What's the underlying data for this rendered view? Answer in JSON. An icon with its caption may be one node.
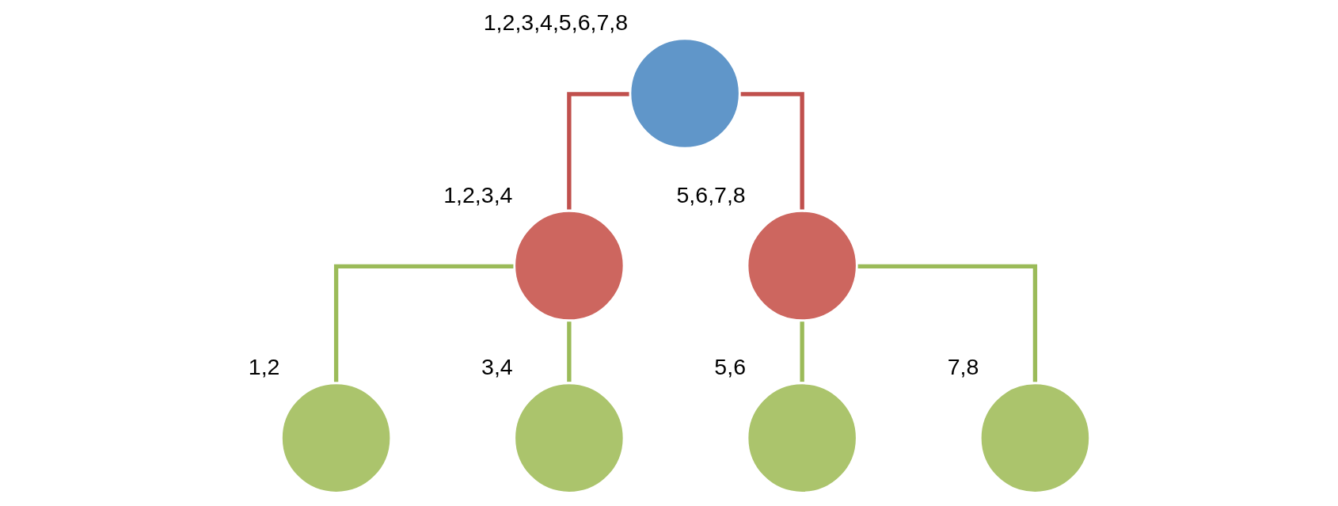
{
  "diagram": {
    "nodes": [
      {
        "text": [],
        "shape": "circle",
        "beside": [
          "1,2,3,4,5,6,7,8"
        ]
      },
      {
        "text": [],
        "shape": "circle",
        "beside": [
          "1,2,3,4"
        ]
      },
      {
        "text": [],
        "shape": "circle",
        "beside": [
          "5,6,7,8"
        ]
      },
      {
        "text": [],
        "shape": "circle",
        "beside": [
          "1,2"
        ]
      },
      {
        "text": [],
        "shape": "circle",
        "beside": [
          "3,4"
        ]
      },
      {
        "text": [],
        "shape": "circle",
        "beside": [
          "5,6"
        ]
      },
      {
        "text": [],
        "shape": "circle",
        "beside": [
          "7,8"
        ]
      }
    ],
    "edges": [
      {
        "from": 0,
        "to": 1,
        "arrow": "none",
        "color": "#c0504d"
      },
      {
        "from": 0,
        "to": 2,
        "arrow": "none",
        "color": "#c0504d"
      },
      {
        "from": 1,
        "to": 3,
        "arrow": "none"
      },
      {
        "from": 1,
        "to": 4,
        "arrow": "none"
      },
      {
        "from": 2,
        "to": 5,
        "arrow": "none"
      },
      {
        "from": 2,
        "to": 6,
        "arrow": "none"
      }
    ]
  }
}
